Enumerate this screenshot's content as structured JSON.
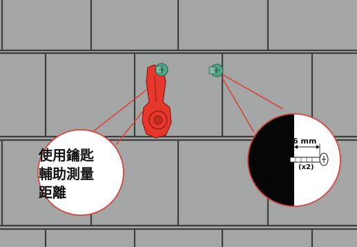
{
  "instruction_callout": {
    "text": "使用鑰匙\n輔助測量\n距離"
  },
  "screw_detail": {
    "dimension": "6 mm",
    "quantity": "(x2)"
  },
  "colors": {
    "wall": "#a4a6a5",
    "grout": "#3c3d3d",
    "key_red": "#e5372b",
    "key_dark": "#8c1712",
    "screw_green": "#4fa88a",
    "leader_line": "#d9443a"
  },
  "icons": [
    "key-icon",
    "screw-icon",
    "screw-icon",
    "screw-detail-icon"
  ]
}
